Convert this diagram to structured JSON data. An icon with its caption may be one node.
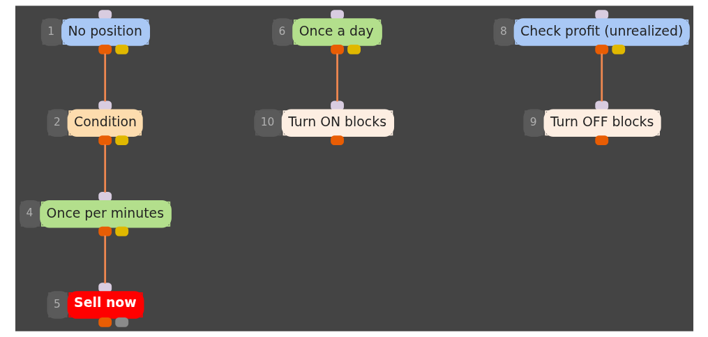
{
  "diagram": {
    "nodes": [
      {
        "text": [
          "1",
          "No position"
        ]
      },
      {
        "text": [
          "2",
          "Condition"
        ]
      },
      {
        "text": [
          "4",
          "Once per minutes"
        ]
      },
      {
        "text": [
          "5",
          "Sell now"
        ]
      },
      {
        "text": [
          "6",
          "Once a day"
        ]
      },
      {
        "text": [
          "10",
          "Turn ON blocks"
        ]
      },
      {
        "text": [
          "8",
          "Check profit (unrealized)"
        ]
      },
      {
        "text": [
          "9",
          "Turn OFF blocks"
        ]
      }
    ],
    "edges": [
      {
        "from": 0,
        "to": 1,
        "arrow": "none"
      },
      {
        "from": 1,
        "to": 2,
        "arrow": "none"
      },
      {
        "from": 2,
        "to": 3,
        "arrow": "none"
      },
      {
        "from": 4,
        "to": 5,
        "arrow": "none"
      },
      {
        "from": 6,
        "to": 7,
        "arrow": "none"
      }
    ]
  }
}
